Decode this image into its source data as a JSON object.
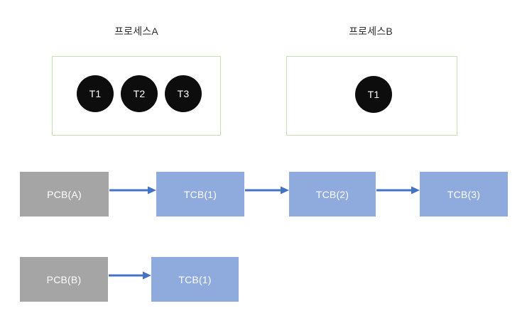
{
  "diagram": {
    "title": "Process and Thread Control Block relationship diagram",
    "background_color": "#FFFFFF",
    "colors": {
      "process_box_border": "#C5E0B4",
      "process_box_fill": "#FFFFFF",
      "thread_circle_fill": "#0D0D0D",
      "thread_circle_text": "#FFFFFF",
      "pcb_fill": "#A5A5A5",
      "tcb_fill": "#8FAADC",
      "box_label_text": "#FFFFFF",
      "arrow": "#4472C4",
      "title_text": "#2B2B2B"
    },
    "processes": [
      {
        "title": "프로세스A",
        "threads": [
          {
            "label": "T1"
          },
          {
            "label": "T2"
          },
          {
            "label": "T3"
          }
        ]
      },
      {
        "title": "프로세스B",
        "threads": [
          {
            "label": "T1"
          }
        ]
      }
    ],
    "rows": [
      {
        "name": "process-a-control-blocks",
        "blocks": [
          {
            "label": "PCB(A)",
            "kind": "pcb"
          },
          {
            "label": "TCB(1)",
            "kind": "tcb"
          },
          {
            "label": "TCB(2)",
            "kind": "tcb"
          },
          {
            "label": "TCB(3)",
            "kind": "tcb"
          }
        ],
        "arrow_count": 3
      },
      {
        "name": "process-b-control-blocks",
        "blocks": [
          {
            "label": "PCB(B)",
            "kind": "pcb"
          },
          {
            "label": "TCB(1)",
            "kind": "tcb"
          }
        ],
        "arrow_count": 1
      }
    ]
  }
}
